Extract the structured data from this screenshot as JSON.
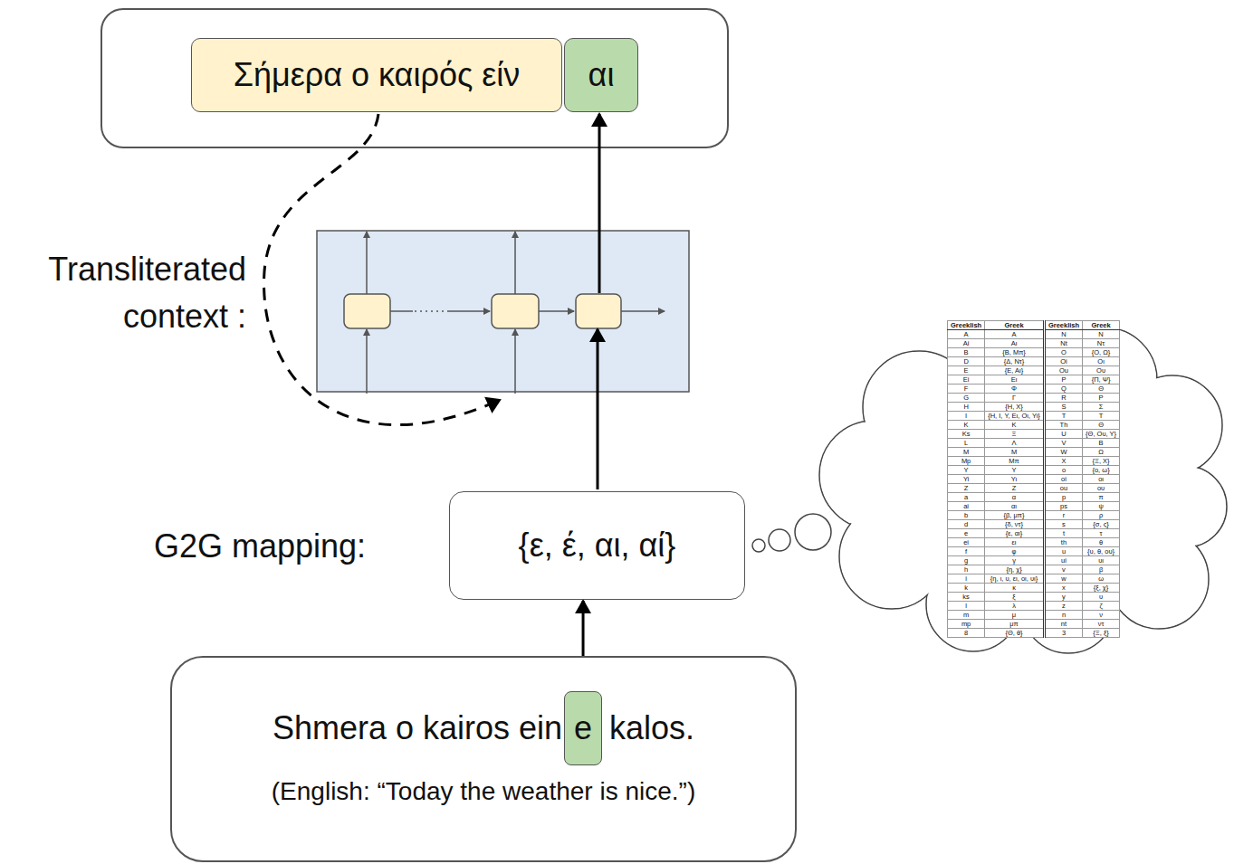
{
  "diagram": {
    "nodes": [
      {
        "text": [
          "Σήμερα ο καιρός είν"
        ]
      },
      {
        "text": [
          "αι"
        ]
      },
      {
        "text": [
          "{ε, έ, αι, αί}"
        ]
      },
      {
        "text": [
          "Shmera o kairos ein",
          "kalos.",
          "(English: “Today the weather is nice.”)"
        ]
      },
      {
        "text": [
          "e"
        ],
        "in": 3
      }
    ],
    "edges": [
      {
        "from": 4,
        "to": 2,
        "arrow": "to"
      }
    ],
    "labels": [
      "Transliterated context :",
      "G2G mapping:",
      "Greeklish",
      "Greek",
      "Greeklish",
      "Greek",
      "A",
      "Α",
      "N",
      "Ν",
      "Ai",
      "Αι",
      "Nt",
      "Ντ",
      "B",
      "{Β, Μπ}",
      "O",
      "{Ο, Ω}",
      "D",
      "{Δ, Ντ}",
      "Oi",
      "Οι",
      "E",
      "{Ε, Αι}",
      "Ou",
      "Ου",
      "Ei",
      "Ει",
      "P",
      "{Π, Ψ}",
      "F",
      "Φ",
      "Q",
      "Θ",
      "G",
      "Γ",
      "R",
      "Ρ",
      "H",
      "{Η, Χ}",
      "S",
      "Σ",
      "I",
      "{Η, Ι, Υ, Ει, Οι, Υι}",
      "T",
      "Τ",
      "K",
      "Κ",
      "Th",
      "Θ",
      "Ks",
      "Ξ",
      "U",
      "{Θ, Ου, Υ}",
      "L",
      "Λ",
      "V",
      "Β",
      "M",
      "Μ",
      "W",
      "Ω",
      "Mp",
      "Μπ",
      "X",
      "{Ξ, Χ}",
      "Y",
      "Υ",
      "o",
      "{ο, ω}",
      "Yi",
      "Υι",
      "oi",
      "οι",
      "Z",
      "Ζ",
      "ou",
      "ου",
      "a",
      "α",
      "p",
      "π",
      "ai",
      "αι",
      "ps",
      "ψ",
      "b",
      "{β, μπ}",
      "r",
      "ρ",
      "d",
      "{δ, ντ}",
      "s",
      "{σ, ς}",
      "e",
      "{ε, αι}",
      "t",
      "τ",
      "ei",
      "ει",
      "th",
      "θ",
      "f",
      "φ",
      "u",
      "{υ, θ, ου}",
      "g",
      "γ",
      "ui",
      "υι",
      "h",
      "{η, χ}",
      "v",
      "β",
      "i",
      "{η, ι, υ, ει, οι, υι}",
      "w",
      "ω",
      "k",
      "κ",
      "x",
      "{ξ, χ}",
      "ks",
      "ξ",
      "y",
      "υ",
      "l",
      "λ",
      "z",
      "ζ",
      "m",
      "μ",
      "n",
      "ν",
      "mp",
      "μπ",
      "nt",
      "ντ",
      "8",
      "{Θ, θ}",
      "3",
      "{Ξ, ξ}"
    ]
  }
}
